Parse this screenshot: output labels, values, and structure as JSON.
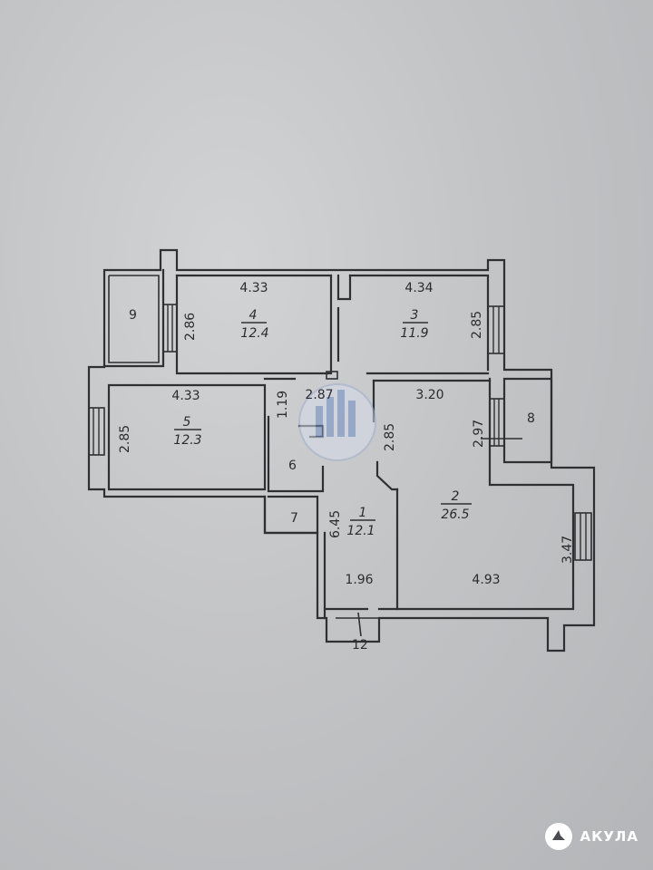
{
  "plan": {
    "rooms": [
      {
        "id": "room-1",
        "number": "1",
        "area": "12.1"
      },
      {
        "id": "room-2",
        "number": "2",
        "area": "26.5"
      },
      {
        "id": "room-3",
        "number": "3",
        "area": "11.9"
      },
      {
        "id": "room-4",
        "number": "4",
        "area": "12.4"
      },
      {
        "id": "room-5",
        "number": "5",
        "area": "12.3"
      },
      {
        "id": "room-6",
        "number": "6"
      },
      {
        "id": "room-7",
        "number": "7"
      },
      {
        "id": "room-8",
        "number": "8"
      },
      {
        "id": "room-9",
        "number": "9"
      },
      {
        "id": "room-12",
        "number": "12"
      }
    ],
    "dimensions": {
      "d_433_top": "4.33",
      "d_434": "4.34",
      "d_286": "2.86",
      "d_285_r3": "2.85",
      "d_433_mid": "4.33",
      "d_119": "1.19",
      "d_287": "2.87",
      "d_320": "3.20",
      "d_285_r5": "2.85",
      "d_285_hall": "2.85",
      "d_297": "2.97",
      "d_645": "6.45",
      "d_347": "3.47",
      "d_196": "1.96",
      "d_493": "4.93"
    }
  },
  "brand": {
    "name": "АКУЛА"
  }
}
